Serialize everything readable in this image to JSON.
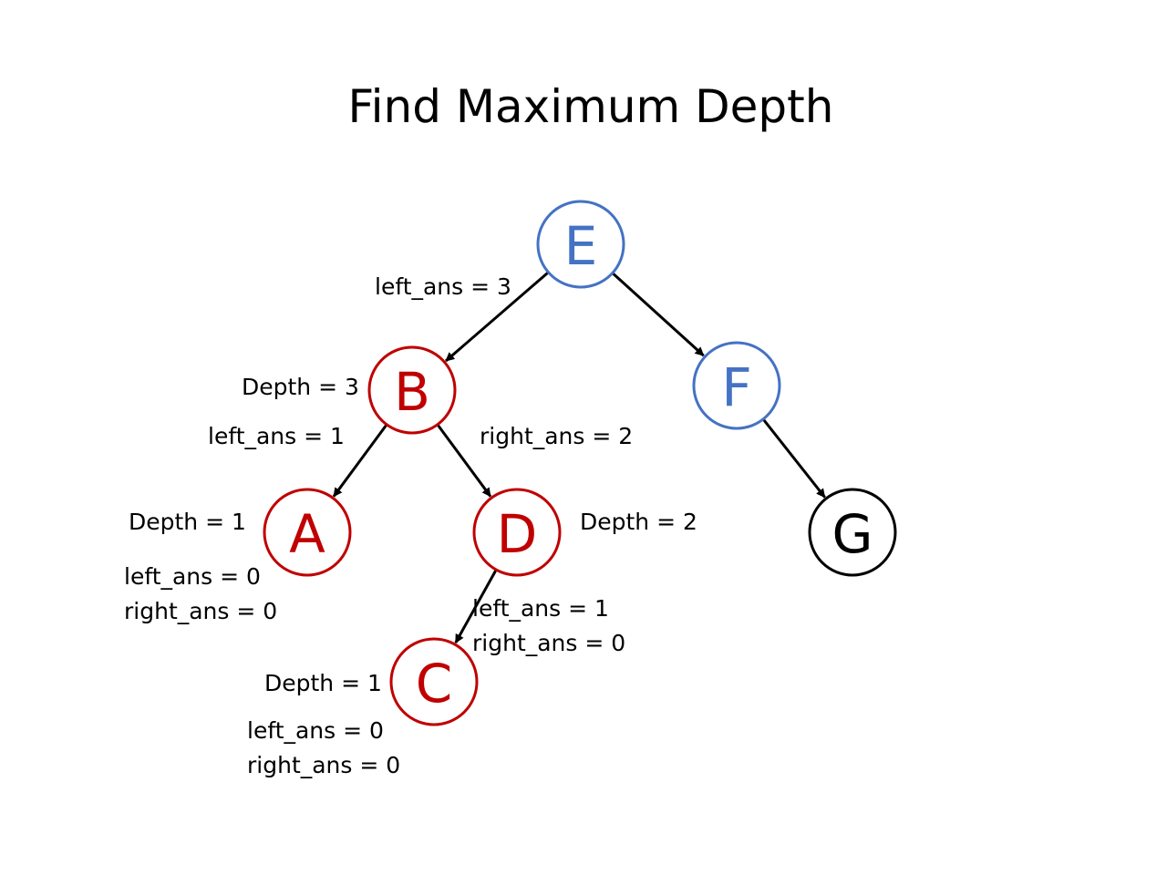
{
  "title": "Find Maximum Depth",
  "colors": {
    "visited": "#c00000",
    "active": "#4472c4",
    "unvisited": "#000000",
    "edge": "#000000"
  },
  "nodes": {
    "E": {
      "label": "E",
      "state": "active"
    },
    "B": {
      "label": "B",
      "state": "visited"
    },
    "F": {
      "label": "F",
      "state": "active"
    },
    "A": {
      "label": "A",
      "state": "visited"
    },
    "D": {
      "label": "D",
      "state": "visited"
    },
    "G": {
      "label": "G",
      "state": "unvisited"
    },
    "C": {
      "label": "C",
      "state": "visited"
    }
  },
  "edges": [
    {
      "from": "E",
      "to": "B"
    },
    {
      "from": "E",
      "to": "F"
    },
    {
      "from": "B",
      "to": "A"
    },
    {
      "from": "B",
      "to": "D"
    },
    {
      "from": "F",
      "to": "G"
    },
    {
      "from": "D",
      "to": "C"
    }
  ],
  "annotations": {
    "e_left_ans": "left_ans = 3",
    "b_depth": "Depth = 3",
    "b_left_ans": "left_ans = 1",
    "b_right_ans": "right_ans = 2",
    "a_depth": "Depth = 1",
    "a_left_ans": "left_ans = 0",
    "a_right_ans": "right_ans = 0",
    "d_depth": "Depth = 2",
    "d_left_ans": "left_ans = 1",
    "d_right_ans": "right_ans = 0",
    "c_depth": "Depth = 1",
    "c_left_ans": "left_ans = 0",
    "c_right_ans": "right_ans = 0"
  }
}
